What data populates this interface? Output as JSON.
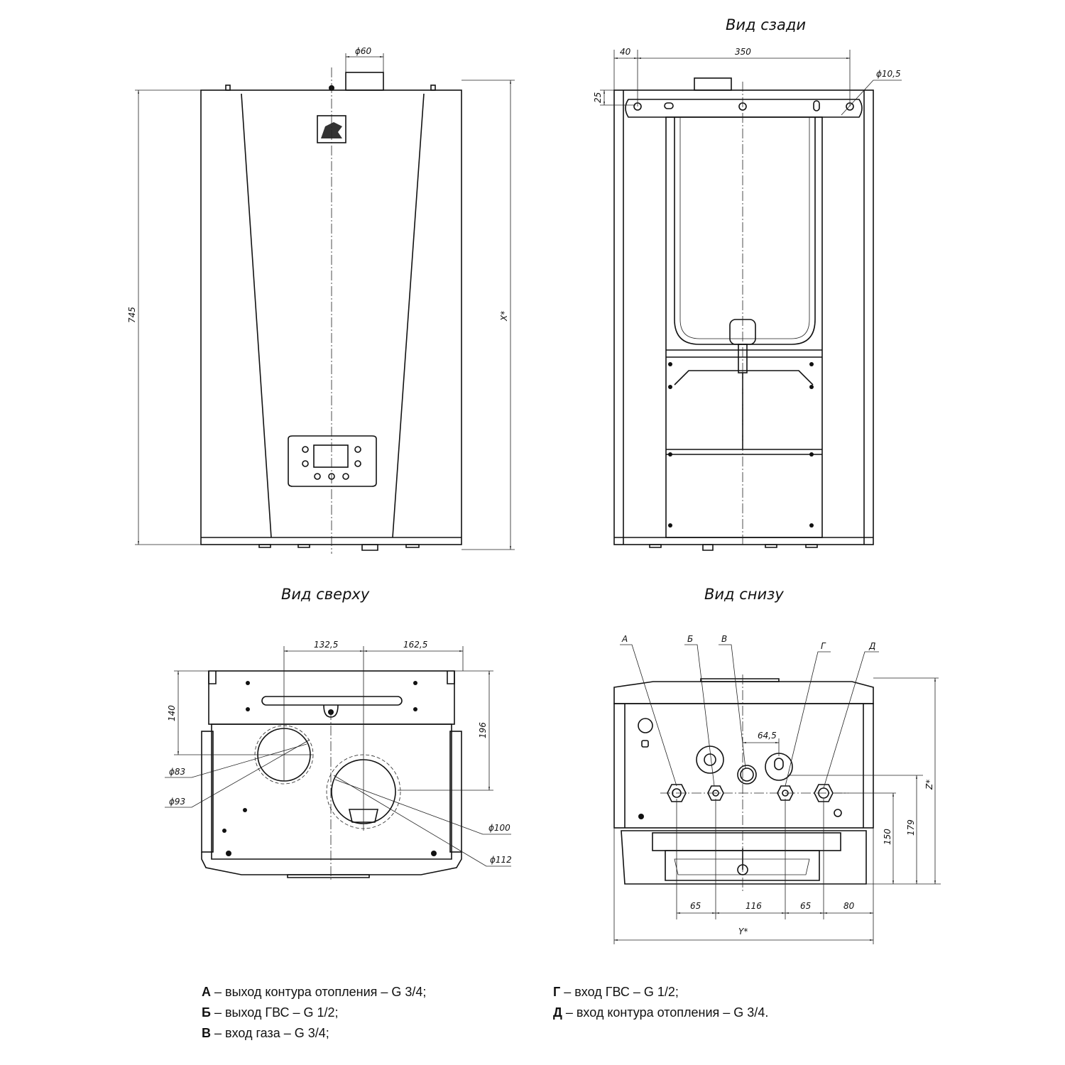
{
  "views": {
    "rear_title": "Вид сзади",
    "top_title": "Вид сверху",
    "bottom_title": "Вид снизу"
  },
  "front_view": {
    "dim_height": "745",
    "dim_x": "X*",
    "dim_flue": "ϕ60"
  },
  "rear_view": {
    "dim_40": "40",
    "dim_350": "350",
    "dim_25": "25",
    "dim_hole": "ϕ10,5"
  },
  "top_view": {
    "dim_132": "132,5",
    "dim_162": "162,5",
    "dim_140": "140",
    "dim_196": "196",
    "dim_d83": "ϕ83",
    "dim_d93": "ϕ93",
    "dim_d100": "ϕ100",
    "dim_d112": "ϕ112"
  },
  "bottom_view": {
    "labels": [
      "А",
      "Б",
      "В",
      "Г",
      "Д"
    ],
    "dim_64": "64,5",
    "dim_65a": "65",
    "dim_116": "116",
    "dim_65b": "65",
    "dim_80": "80",
    "dim_y": "Y*",
    "dim_150": "150",
    "dim_179": "179",
    "dim_z": "Z*"
  },
  "legend": [
    {
      "key": "А",
      "text": " – выход контура отопления – G 3/4;"
    },
    {
      "key": "Б",
      "text": " – выход ГВС – G 1/2;"
    },
    {
      "key": "В",
      "text": " – вход газа – G 3/4;"
    },
    {
      "key": "Г",
      "text": " – вход ГВС – G 1/2;"
    },
    {
      "key": "Д",
      "text": " – вход контура отопления – G 3/4."
    }
  ]
}
